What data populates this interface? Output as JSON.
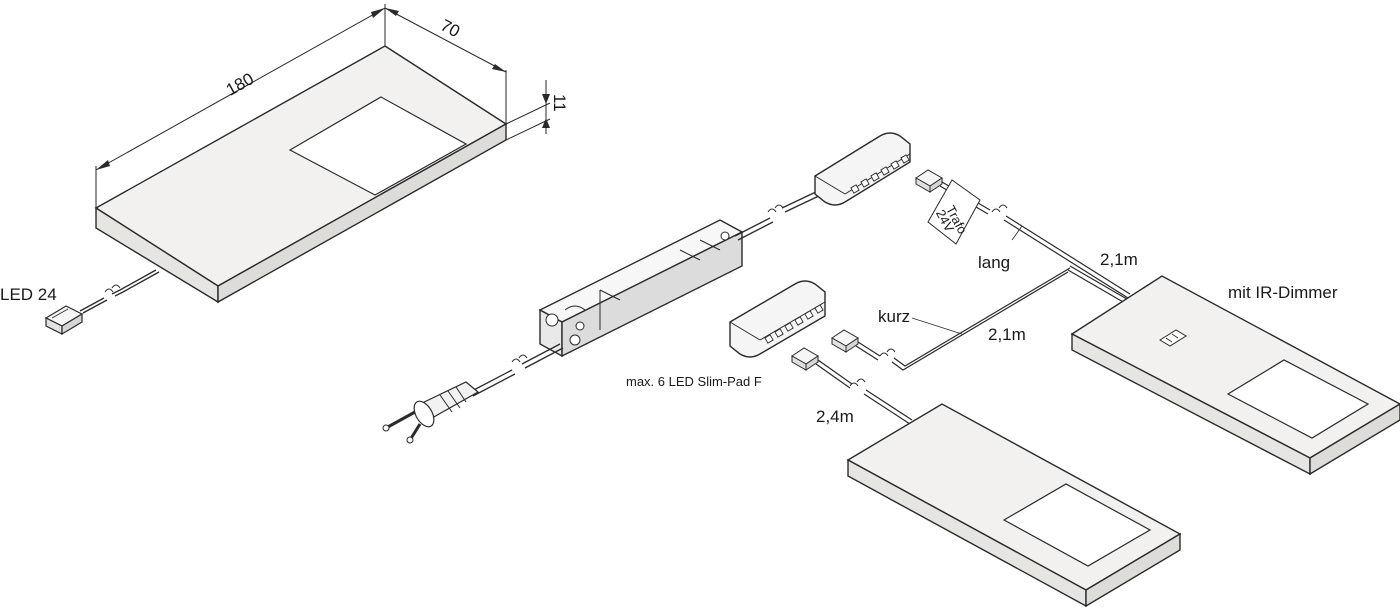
{
  "colors": {
    "panel_face": "#f2f1ef",
    "panel_side": "#e3e2df",
    "panel_window": "#ffffff",
    "stroke": "#2a2a2a",
    "device_fill": "#f0f0f0",
    "background": "#ffffff"
  },
  "labels": {
    "led_24": "LED 24",
    "dim_180": "180",
    "dim_70": "70",
    "dim_11": "11",
    "distributor_max": "max. 6 LED Slim-Pad F",
    "lang": "lang",
    "kurz": "kurz",
    "len_lang": "2,1m",
    "len_kurz": "2,1m",
    "len_24": "2,4m",
    "ir_dimmer": "mit IR-Dimmer",
    "trafo_label": "Trafo",
    "trafo_voltage": "24V"
  },
  "icons": {
    "plug": "euro-plug-icon",
    "connector": "connector-plug-icon",
    "cable_break": "cable-break-icon",
    "ir_sensor": "ir-sensor-icon"
  }
}
